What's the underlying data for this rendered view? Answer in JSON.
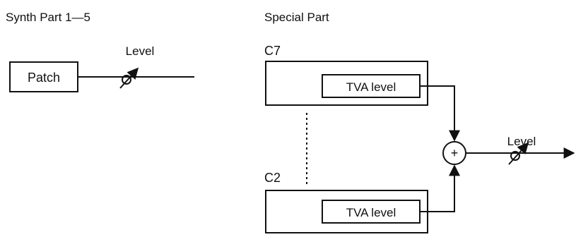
{
  "left_section": {
    "title": "Synth Part 1—5",
    "patch_label": "Patch",
    "level_label": "Level"
  },
  "right_section": {
    "title": "Special Part",
    "top_block": {
      "name": "C7",
      "inner_label": "TVA level"
    },
    "bottom_block": {
      "name": "C2",
      "inner_label": "TVA level"
    },
    "mixer_symbol": "+",
    "level_label": "Level"
  }
}
